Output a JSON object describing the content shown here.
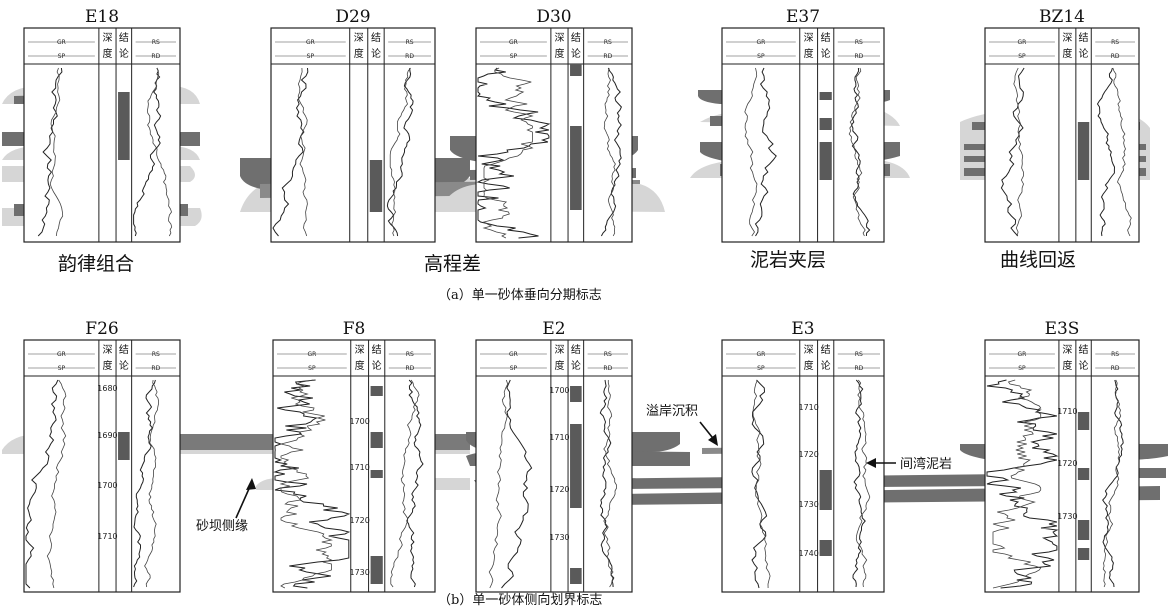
{
  "caption_a": "（a）单一砂体垂向分期标志",
  "caption_b": "（b）单一砂体侧向划界标志",
  "header": {
    "depth_label": "深度",
    "depth_top": "深",
    "depth_bottom": "度",
    "conclusion_top": "结",
    "conclusion_bottom": "论",
    "gr": "GR",
    "sp": "SP",
    "rs": "RS",
    "rd": "RD"
  },
  "markers_a": [
    {
      "id": "rhythm",
      "text": "韵律组合"
    },
    {
      "id": "elevation",
      "text": "高程差"
    },
    {
      "id": "mudstone-interlayer",
      "text": "泥岩夹层"
    },
    {
      "id": "curve-return",
      "text": "曲线回返"
    }
  ],
  "notes_b": [
    {
      "id": "bar-edge",
      "text": "砂坝侧缘"
    },
    {
      "id": "overbank",
      "text": "溢岸沉积"
    },
    {
      "id": "interbay-mudstone",
      "text": "间湾泥岩"
    }
  ],
  "wells_a": [
    {
      "name": "E18",
      "depths": []
    },
    {
      "name": "D29",
      "depths": []
    },
    {
      "name": "D30",
      "depths": []
    },
    {
      "name": "E37",
      "depths": []
    },
    {
      "name": "BZ14",
      "depths": []
    }
  ],
  "wells_b": [
    {
      "name": "F26",
      "depths": [
        "1680",
        "1690",
        "1700",
        "1710"
      ]
    },
    {
      "name": "F8",
      "depths": [
        "1700",
        "1710",
        "1720",
        "1730"
      ]
    },
    {
      "name": "E2",
      "depths": [
        "1700",
        "1710",
        "1720",
        "1730"
      ]
    },
    {
      "name": "E3",
      "depths": [
        "1710",
        "1720",
        "1730",
        "1740"
      ]
    },
    {
      "name": "E3S",
      "depths": [
        "1710",
        "1720",
        "1730"
      ]
    }
  ],
  "colors": {
    "sand_dark": "#6f6f6f",
    "sand_light": "#d6d6d6",
    "conclusion_fill": "#5a5a5a",
    "panel_line": "#222222"
  }
}
